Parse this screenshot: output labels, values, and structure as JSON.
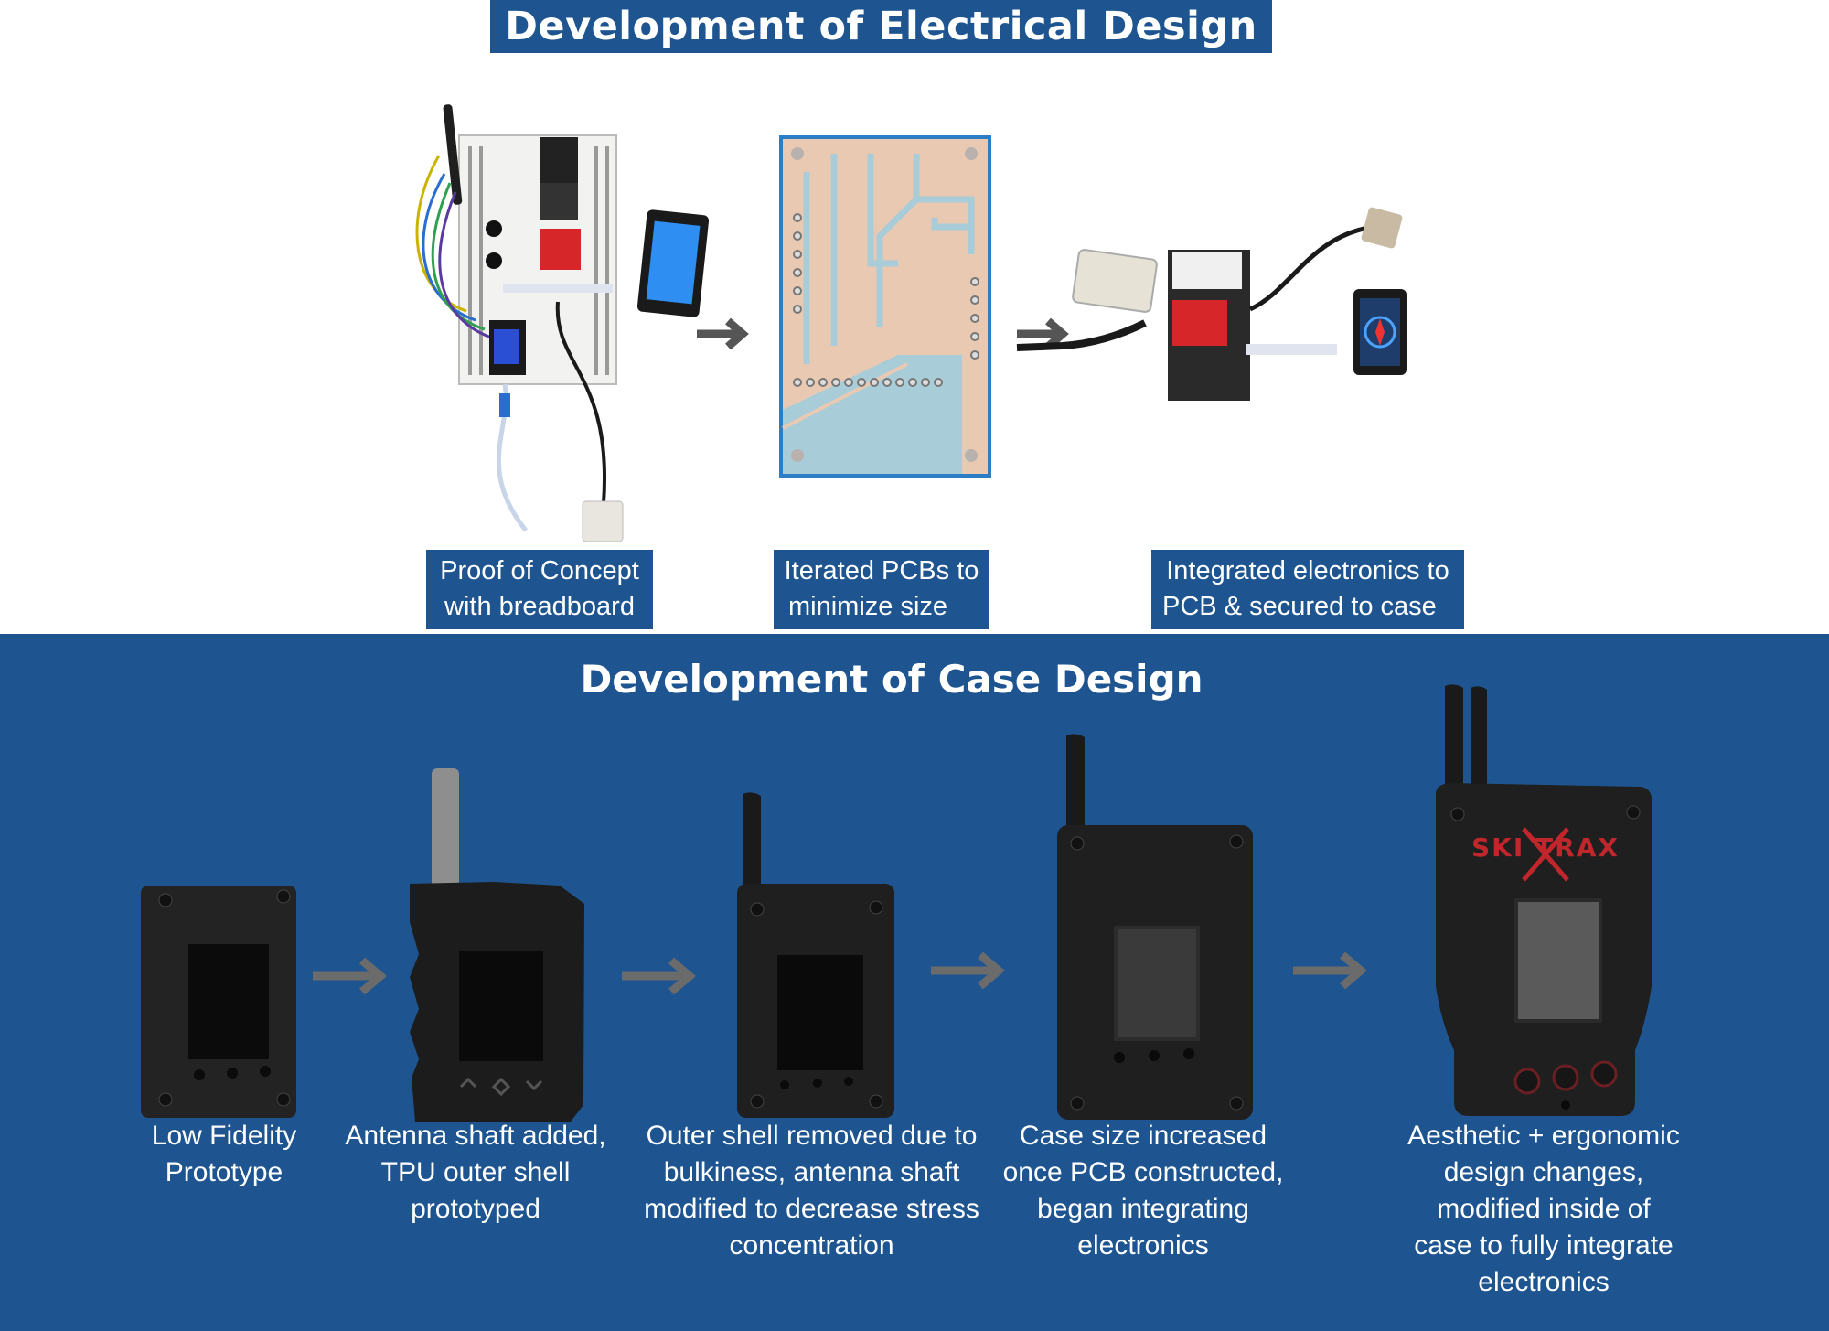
{
  "electrical": {
    "title": "Development of Electrical Design",
    "stages": [
      {
        "line1": "Proof of Concept",
        "line2": "with breadboard"
      },
      {
        "line1": "Iterated PCBs to",
        "line2": "minimize size"
      },
      {
        "line1": "Integrated electronics to",
        "line2": "PCB & secured to case"
      }
    ]
  },
  "case": {
    "title": "Development of Case Design",
    "stages": [
      {
        "lines": [
          "Low Fidelity",
          "Prototype"
        ]
      },
      {
        "lines": [
          "Antenna shaft added,",
          "TPU outer shell",
          "prototyped"
        ]
      },
      {
        "lines": [
          "Outer shell removed due to",
          "bulkiness, antenna shaft",
          "modified to decrease stress",
          "concentration"
        ]
      },
      {
        "lines": [
          "Case size increased",
          "once PCB constructed,",
          "began integrating",
          "electronics"
        ]
      },
      {
        "lines": [
          "Aesthetic + ergonomic",
          "design changes,",
          "modified inside of",
          "case to fully integrate",
          "electronics"
        ]
      }
    ],
    "logo_text": "SKI TRAX"
  },
  "colors": {
    "brand_blue": "#1e5590",
    "arrow_gray_top": "#555555",
    "arrow_gray_bottom": "#6b6b6b",
    "case_black": "#1a1a1a",
    "pcb_copper": "#e8c8b4",
    "pcb_trace": "#9ec6d6",
    "logo_red": "#c0262b"
  }
}
